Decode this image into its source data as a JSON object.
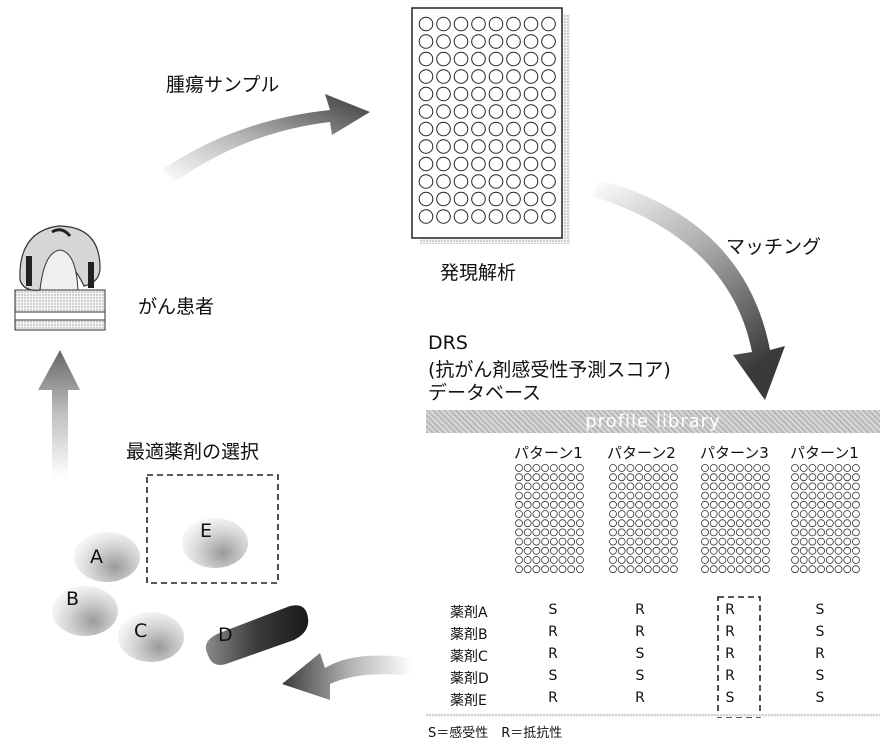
{
  "labels": {
    "tumor_sample": "腫瘍サンプル",
    "expression_analysis": "発現解析",
    "matching": "マッチング",
    "cancer_patient": "がん患者",
    "optimal_drug": "最適薬剤の選択",
    "drs_title": "DRS",
    "drs_subtitle": "(抗がん剤感受性予測スコア)",
    "drs_db": "データベース"
  },
  "pills": {
    "a": "A",
    "b": "B",
    "c": "C",
    "d": "D",
    "e": "E"
  },
  "profile_library": {
    "title": "profile library",
    "patterns": [
      "パターン1",
      "パターン2",
      "パターン3",
      "パターン1"
    ]
  },
  "drug_table": {
    "rows": [
      {
        "name": "薬剤A",
        "values": [
          "S",
          "R",
          "R",
          "S"
        ]
      },
      {
        "name": "薬剤B",
        "values": [
          "R",
          "R",
          "R",
          "S"
        ]
      },
      {
        "name": "薬剤C",
        "values": [
          "R",
          "S",
          "R",
          "R"
        ]
      },
      {
        "name": "薬剤D",
        "values": [
          "S",
          "S",
          "R",
          "S"
        ]
      },
      {
        "name": "薬剤E",
        "values": [
          "R",
          "R",
          "S",
          "S"
        ]
      }
    ],
    "highlighted_column": 3
  },
  "legend": "S＝感受性　R＝抵抗性"
}
